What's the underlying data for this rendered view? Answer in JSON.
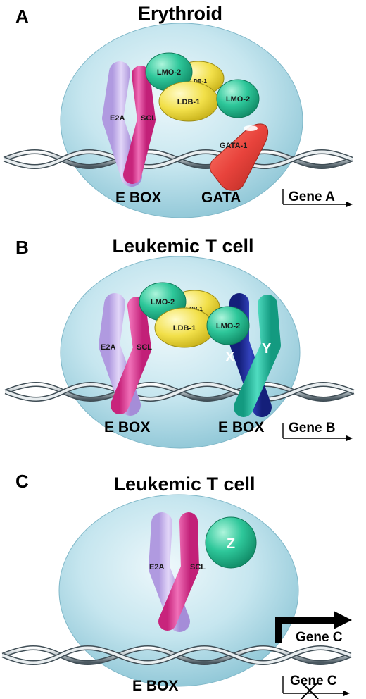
{
  "panels": {
    "a": {
      "letter": "A",
      "title": "Erythroid",
      "proteins": {
        "e2a": "E2A",
        "scl": "SCL",
        "lmo2_left": "LMO-2",
        "ldb1_small": "LDB-1",
        "ldb1": "LDB-1",
        "lmo2_right": "LMO-2",
        "gata1": "GATA-1"
      },
      "sites": {
        "ebox": "E BOX",
        "gata": "GATA"
      },
      "gene": "Gene A"
    },
    "b": {
      "letter": "B",
      "title": "Leukemic T cell",
      "proteins": {
        "lmo2_left": "LMO-2",
        "ldb1_small": "LDB-1",
        "ldb1": "LDB-1",
        "lmo2_right": "LMO-2",
        "e2a": "E2A",
        "scl": "SCL",
        "x": "X",
        "y": "Y"
      },
      "sites": {
        "ebox_left": "E BOX",
        "ebox_right": "E BOX"
      },
      "gene": "Gene B"
    },
    "c": {
      "letter": "C",
      "title": "Leukemic T cell",
      "proteins": {
        "e2a": "E2A",
        "scl": "SCL",
        "z": "Z"
      },
      "sites": {
        "ebox": "E BOX"
      },
      "gene_active": "Gene C",
      "gene_blocked": "Gene C"
    }
  },
  "colors": {
    "nucleus": "#bfe3ec",
    "e2a": "#c7b3ea",
    "scl": "#e83e9e",
    "lmo2": "#2ec79a",
    "ldb1": "#f2e04a",
    "gata1": "#e8433c",
    "x": "#1f2ea0",
    "y": "#26c0a0",
    "z": "#2ec79a"
  }
}
